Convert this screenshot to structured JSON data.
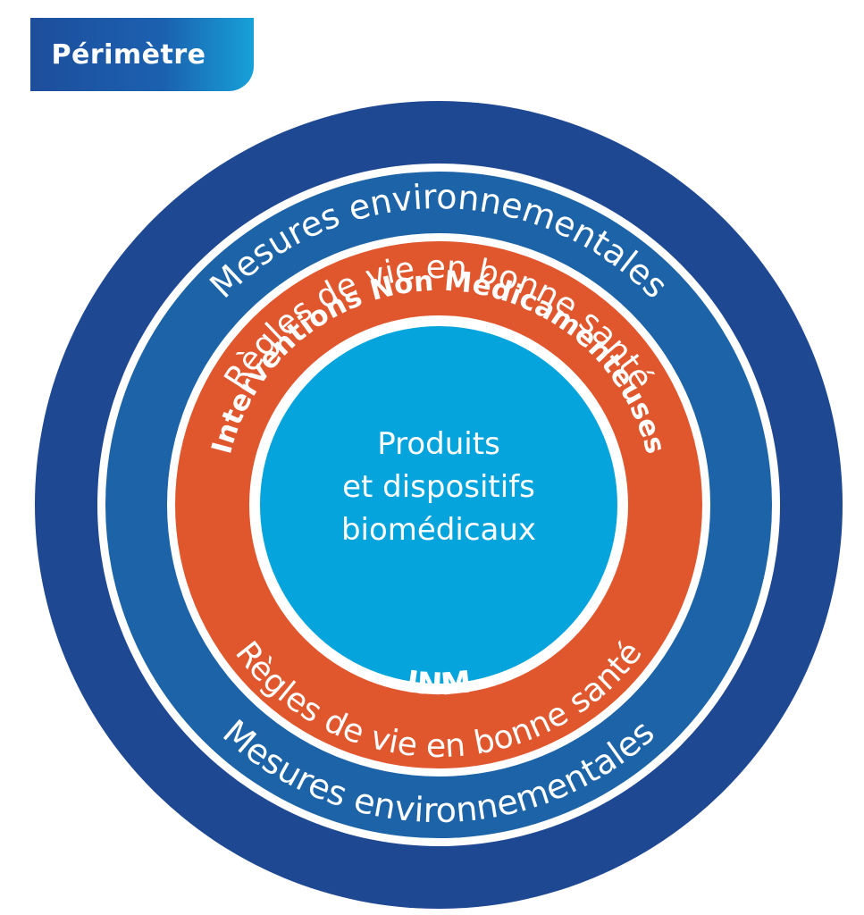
{
  "header": {
    "tag_label": "Périmètre"
  },
  "rings": {
    "outer_top": "Mesures environnementales",
    "outer_bottom": "Mesures environnementales",
    "second_top": "Règles de vie en bonne santé",
    "second_bottom": "Règles de vie en bonne santé",
    "third_top": "Interventions Non Médicamenteuses",
    "third_bottom": "INM",
    "center_line1": "Produits",
    "center_line2": "et dispositifs",
    "center_line3": "biomédicaux"
  },
  "colors": {
    "outer_ring": "#1f4893",
    "second_ring": "#1c63a8",
    "third_ring": "#e0572e",
    "center": "#06a4dc",
    "separator": "#ffffff"
  }
}
